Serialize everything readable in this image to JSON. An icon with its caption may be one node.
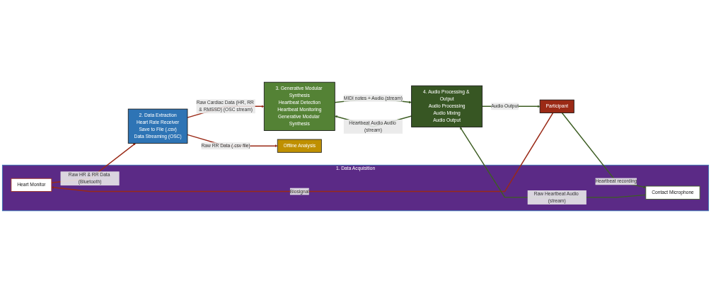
{
  "diagram": {
    "nodes": [
      {
        "text": [
          "1. Data Acquisition"
        ]
      },
      {
        "text": [
          "Heart Monitor"
        ],
        "in": 0
      },
      {
        "text": [
          "Contact Microphone"
        ],
        "in": 0
      },
      {
        "text": [
          "Offline Analysis"
        ]
      },
      {
        "text": [
          "2. Data Extraction",
          "Heart Rate Receiver",
          "Save to File (.csv)",
          "Data Streaming (OSC)"
        ]
      },
      {
        "text": [
          "Participant"
        ]
      },
      {
        "text": [
          "3. Generative Modular Synthesis",
          "Heartbeat Detection",
          "Heartbeat Monitoring",
          "Generative Modular Synthesis"
        ]
      },
      {
        "text": [
          "4. Audio Processing & Output",
          "Audio Processing",
          "Audio Mixing",
          "Audio Output"
        ]
      }
    ],
    "edges": [
      {
        "from": 5,
        "to": 1,
        "arrow": "to",
        "label": "Biosignal",
        "color": "#9a2a17"
      },
      {
        "from": 5,
        "to": 2,
        "arrow": "to",
        "label": "Heartbeat recording"
      },
      {
        "from": 1,
        "to": 4,
        "arrow": "to",
        "label": "Raw HR & RR Data (Bluetooth)",
        "color": "#9a2a17"
      },
      {
        "from": 4,
        "to": 3,
        "arrow": "to",
        "label": "Raw RR Data (.csv file)",
        "color": "#9a2a17"
      },
      {
        "from": 4,
        "to": 6,
        "arrow": "to",
        "label": "Raw Cardiac Data (HR, RR & RMSSD) (OSC stream)",
        "color": "#9a2a17"
      },
      {
        "from": 2,
        "to": 7,
        "arrow": "to",
        "label": "Raw Heartbeat Audio (stream)"
      },
      {
        "from": 7,
        "to": 6,
        "arrow": "to",
        "label": "Heartbeat Audio Audio (stream)"
      },
      {
        "from": 6,
        "to": 7,
        "arrow": "to",
        "label": "MIDI notes + Audio (stream)"
      },
      {
        "from": 7,
        "to": 5,
        "arrow": "to",
        "label": "Audio Output"
      }
    ]
  }
}
